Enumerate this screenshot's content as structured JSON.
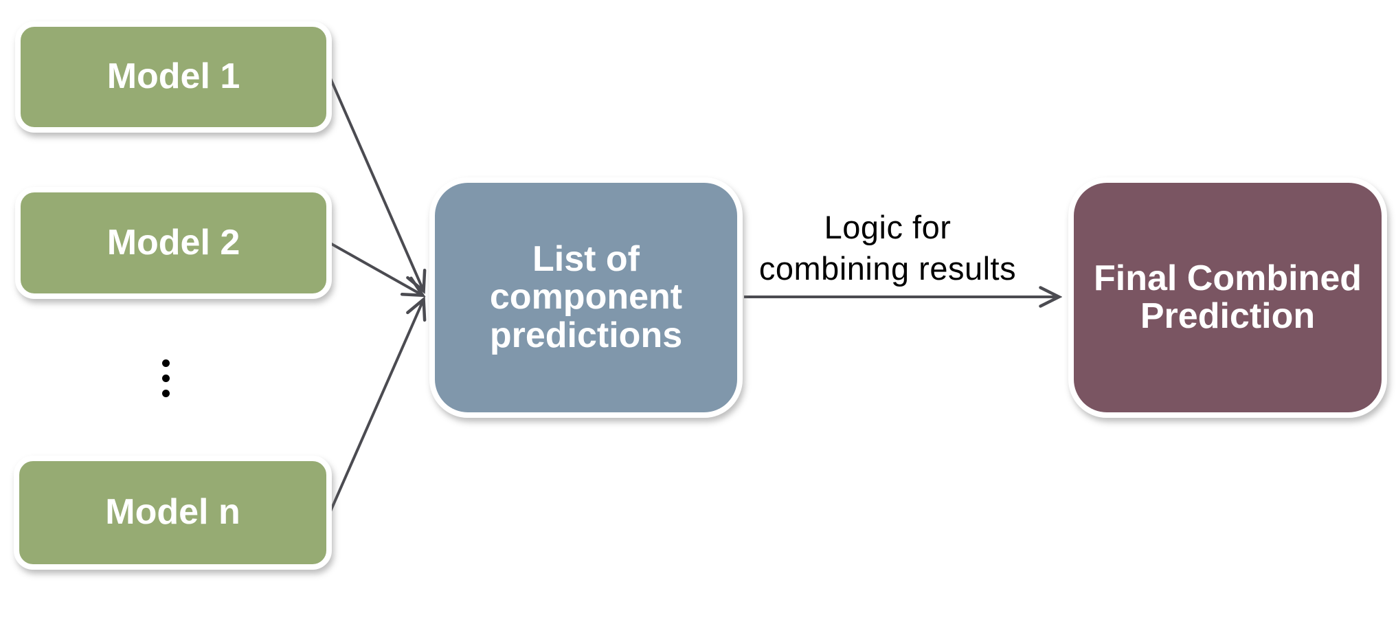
{
  "diagram": {
    "background": "#ffffff",
    "nodes": [
      {
        "id": "model-1",
        "label": "Model 1",
        "fill": "#96AB73",
        "text_color": "#FFFFFF"
      },
      {
        "id": "model-2",
        "label": "Model 2",
        "fill": "#96AB73",
        "text_color": "#FFFFFF"
      },
      {
        "id": "model-n",
        "label": "Model n",
        "fill": "#96AB73",
        "text_color": "#FFFFFF"
      },
      {
        "id": "list-of-component-predictions",
        "label": "List of component predictions",
        "lines": [
          "List of",
          "component",
          "predictions"
        ],
        "fill": "#8097AB",
        "text_color": "#FFFFFF"
      },
      {
        "id": "final-combined-prediction",
        "label": "Final Combined Prediction",
        "lines": [
          "Final Combined",
          "Prediction"
        ],
        "fill": "#7A5562",
        "text_color": "#FFFFFF"
      }
    ],
    "edges": [
      {
        "from": "model-1",
        "to": "list-of-component-predictions"
      },
      {
        "from": "model-2",
        "to": "list-of-component-predictions"
      },
      {
        "from": "model-n",
        "to": "list-of-component-predictions"
      },
      {
        "from": "list-of-component-predictions",
        "to": "final-combined-prediction",
        "label": "Logic for combining results"
      }
    ],
    "arrow_label": {
      "lines": [
        "Logic for",
        "combining results"
      ],
      "color": "#000000"
    },
    "ellipsis": {
      "dot_count": 3,
      "color": "#000000"
    },
    "connector_color": "#4B4B51"
  }
}
